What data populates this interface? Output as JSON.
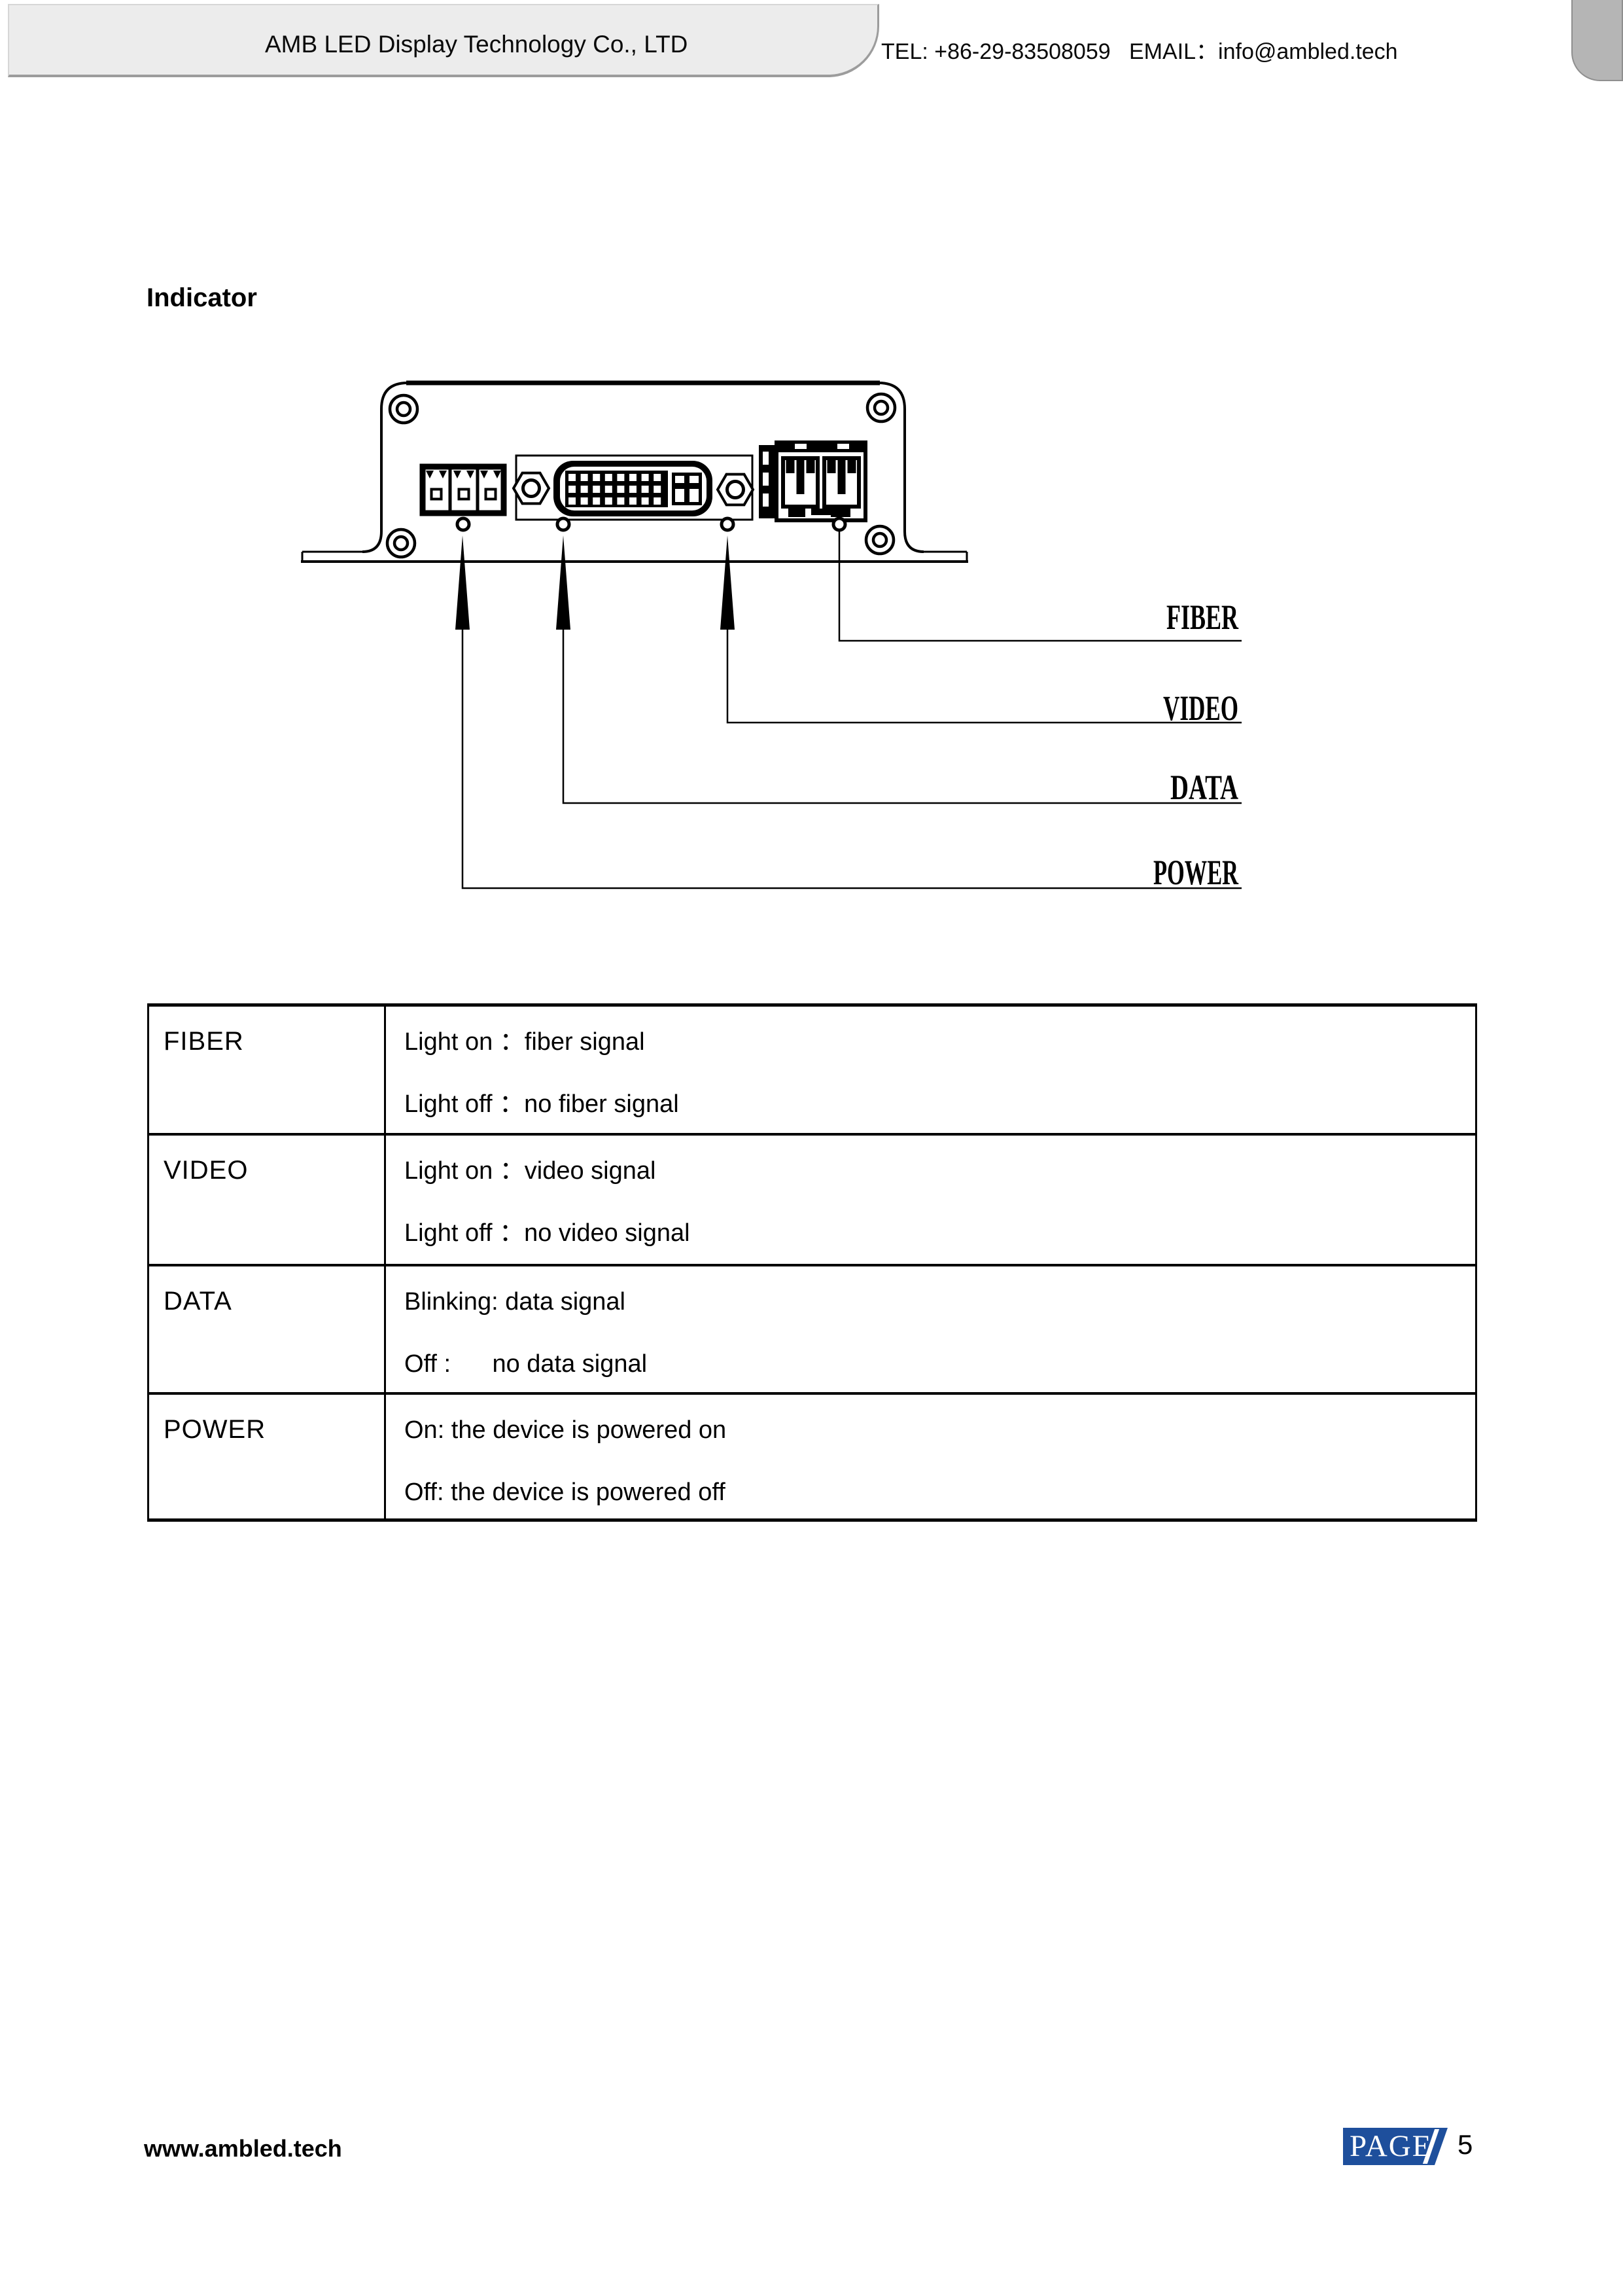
{
  "header": {
    "company": "AMB LED Display Technology Co., LTD",
    "contact": "TEL: +86-29-83508059   EMAIL：info@ambled.tech"
  },
  "section_title": "Indicator",
  "diagram": {
    "callouts": [
      {
        "label": "FIBER"
      },
      {
        "label": "VIDEO"
      },
      {
        "label": "DATA"
      },
      {
        "label": "POWER"
      }
    ]
  },
  "table": {
    "rows": [
      {
        "name": "FIBER",
        "lines": [
          "Light on ：fiber signal",
          "Light off ：no fiber signal"
        ]
      },
      {
        "name": "VIDEO",
        "lines": [
          "Light on ：video signal",
          "Light off ：no video signal"
        ]
      },
      {
        "name": "DATA",
        "lines": [
          "Blinking: data signal",
          "Off :      no data signal"
        ]
      },
      {
        "name": "POWER",
        "lines": [
          "On: the device is powered on",
          "Off: the device is powered off"
        ]
      }
    ]
  },
  "footer": {
    "website": "www.ambled.tech",
    "page_logo": "PAGE",
    "page_number": "5"
  },
  "colors": {
    "logo_blue": "#1e4f9c",
    "header_gray": "#ececec",
    "tab_gray": "#b5b5b5",
    "line_black": "#000000"
  }
}
